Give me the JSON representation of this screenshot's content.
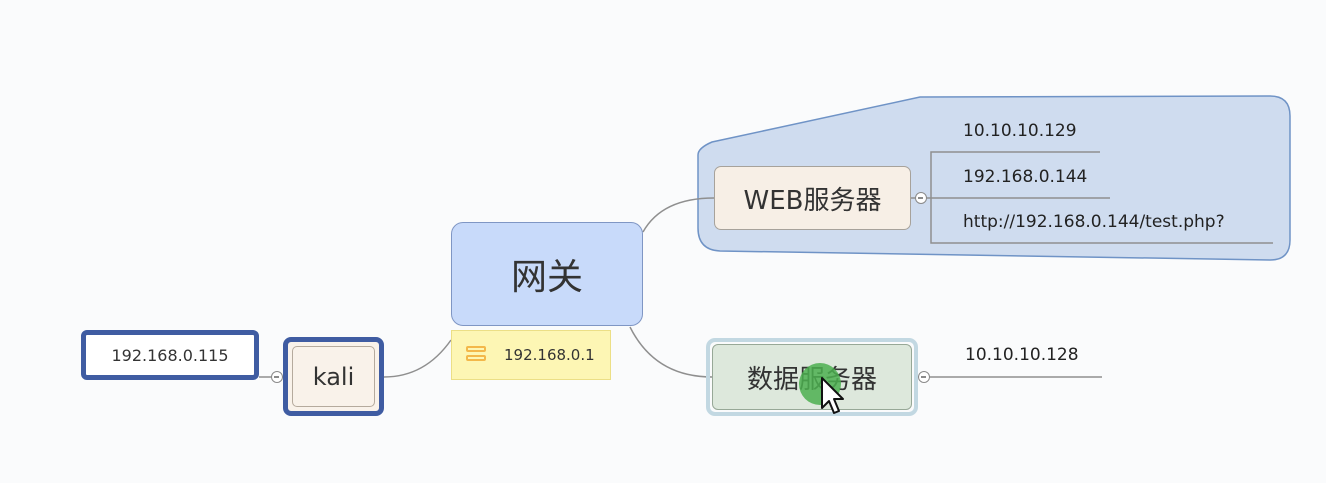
{
  "central_topic": {
    "label": "网关",
    "note": "192.168.0.1"
  },
  "nodes": {
    "web_server": {
      "label": "WEB服务器",
      "children": [
        "10.10.10.129",
        "192.168.0.144",
        "http://192.168.0.144/test.php?"
      ]
    },
    "db_server": {
      "label": "数据服务器",
      "children": [
        "10.10.10.128"
      ]
    },
    "kali": {
      "label": "kali",
      "children": [
        "192.168.0.115"
      ]
    }
  },
  "colors": {
    "central_fill": "#c8dafa",
    "note_fill": "#fdf6b4",
    "boundary_fill": "#cfdcef",
    "selection_outline": "#3f5ca2",
    "db_fill": "#dde8dc",
    "topic_fill": "#f7efe6",
    "cursor_highlight": "#4caf50"
  }
}
